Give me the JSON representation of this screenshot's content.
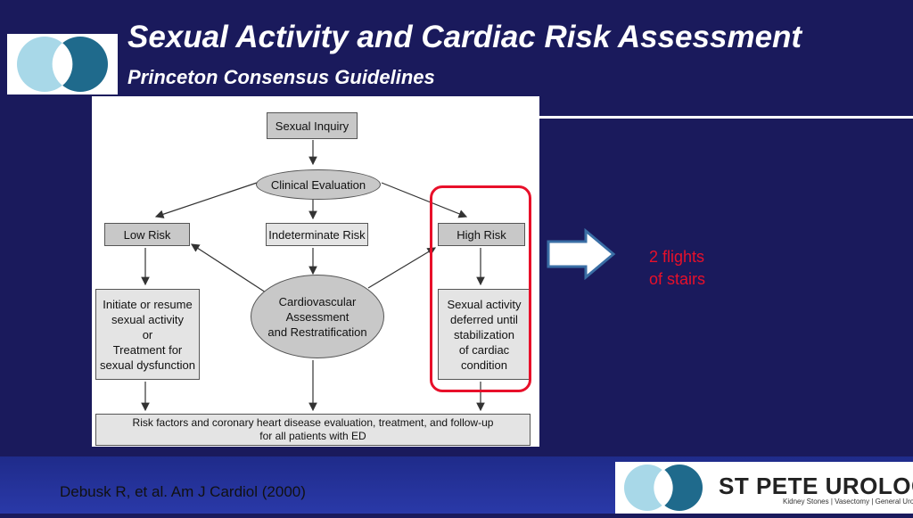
{
  "header": {
    "title": "Sexual Activity and Cardiac Risk Assessment",
    "subtitle": "Princeton Consensus Guidelines"
  },
  "flowchart": {
    "nodes": {
      "sexual_inquiry": "Sexual Inquiry",
      "clinical_evaluation": "Clinical Evaluation",
      "low_risk": "Low Risk",
      "indeterminate_risk": "Indeterminate Risk",
      "high_risk": "High Risk",
      "initiate_resume": "Initiate or resume\nsexual activity\nor\nTreatment for\nsexual dysfunction",
      "cardiovascular_assessment": "Cardiovascular\nAssessment\nand Restratification",
      "deferred": "Sexual activity\ndeferred until\nstabilization\nof cardiac\ncondition",
      "risk_factors": "Risk factors and coronary heart disease evaluation, treatment, and follow-up\nfor all patients with ED"
    },
    "highlight_color": "#e8102a"
  },
  "annotation": {
    "note": "2 flights\nof stairs"
  },
  "footer": {
    "citation": "Debusk R, et al. Am J Cardiol (2000)",
    "brand": "ST PETE UROLOGY",
    "tagline": "Kidney Stones | Vasectomy | General Urology"
  },
  "colors": {
    "background": "#1a1a5c",
    "logo_light": "#a8d8e8",
    "logo_dark": "#1f6a8c",
    "accent_red": "#e8102a"
  }
}
